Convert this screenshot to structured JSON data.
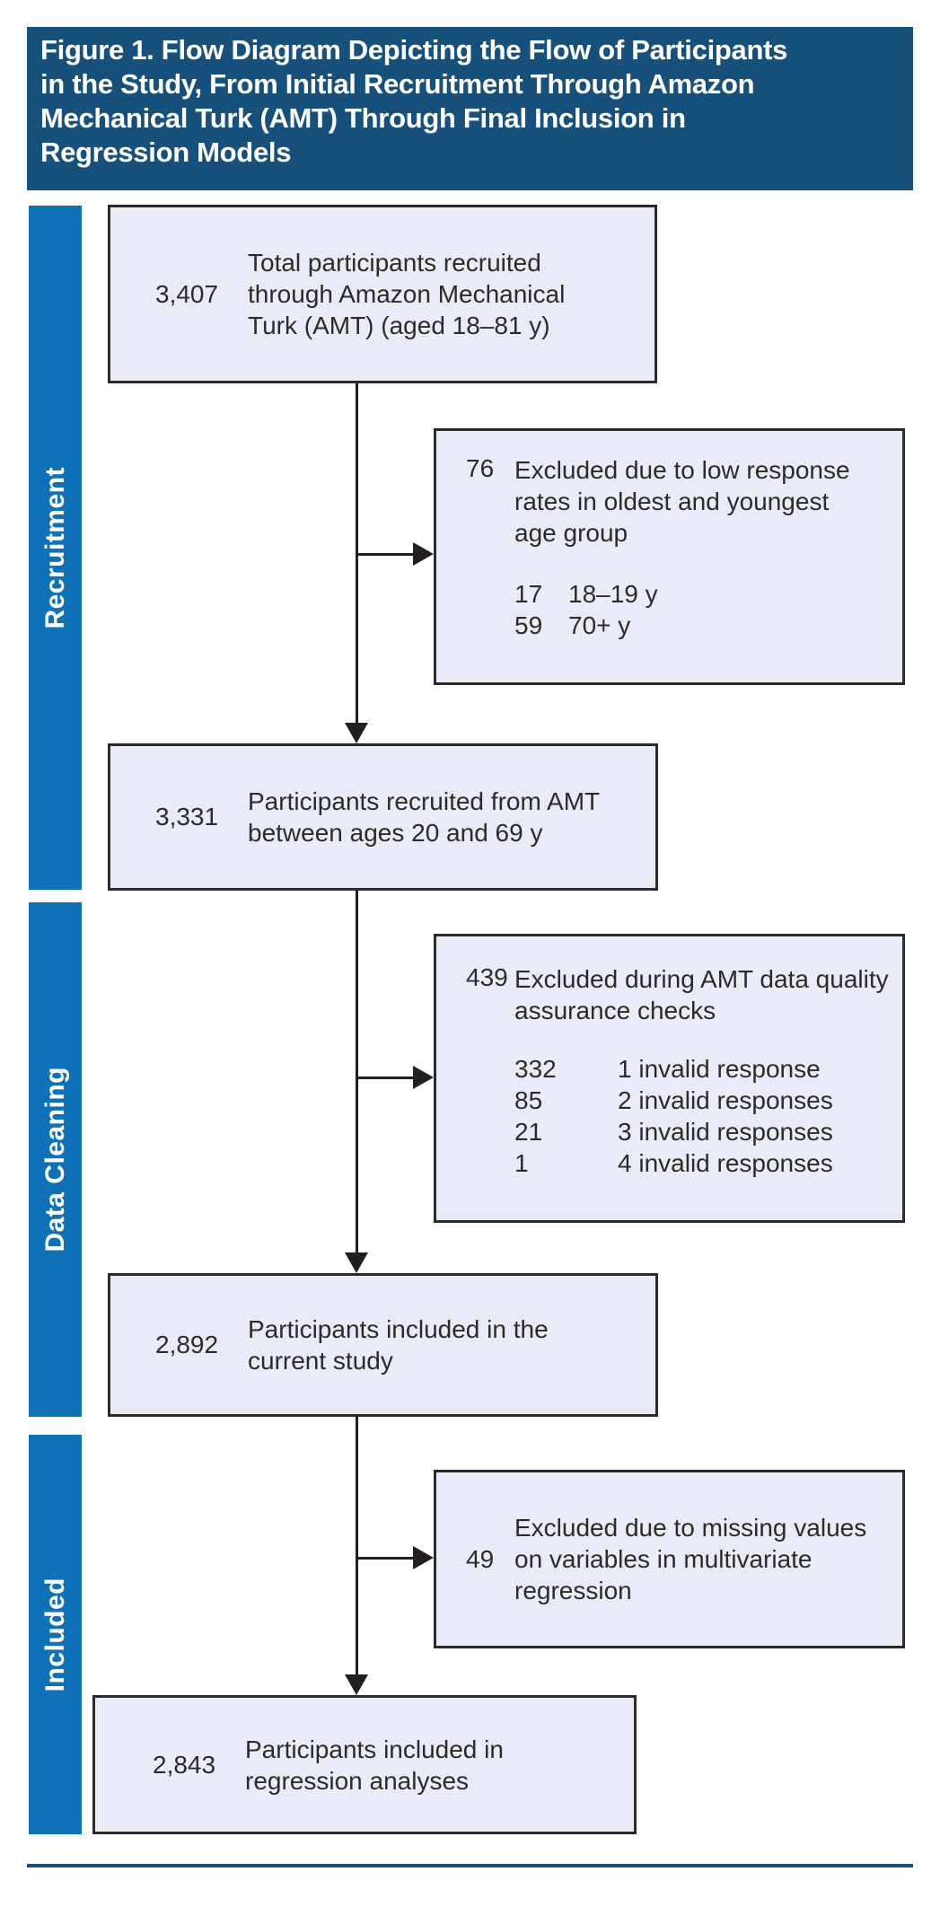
{
  "title": {
    "text": "Figure 1. Flow Diagram Depicting the Flow of Participants\nin the Study, From Initial Recruitment Through Amazon\nMechanical Turk (AMT) Through Final Inclusion in\nRegression Models"
  },
  "colors": {
    "title_bg": "#17517b",
    "stage_bar": "#0f72b6",
    "box_fill": "#e9ecf7",
    "box_border": "#2b2b2b",
    "connector": "#231f20",
    "text": "#2e2a27",
    "bottom_rule": "#17517b"
  },
  "stages": [
    {
      "label": "Recruitment"
    },
    {
      "label": "Data Cleaning"
    },
    {
      "label": "Included"
    }
  ],
  "flow_boxes": [
    {
      "count": "3,407",
      "text": "Total participants recruited\nthrough Amazon Mechanical\nTurk (AMT) (aged 18–81 y)"
    },
    {
      "count": "3,331",
      "text": "Participants recruited from AMT\nbetween ages 20 and 69 y"
    },
    {
      "count": "2,892",
      "text": "Participants included in the\ncurrent study"
    },
    {
      "count": "2,843",
      "text": "Participants included in\nregression analyses"
    }
  ],
  "side_boxes": [
    {
      "count": "76",
      "text": "Excluded due to low response\nrates in oldest and youngest\nage group",
      "sub_items": [
        {
          "count": "17",
          "label": "18–19 y"
        },
        {
          "count": "59",
          "label": "70+ y"
        }
      ]
    },
    {
      "count": "439",
      "text": "Excluded during AMT data quality\nassurance checks",
      "sub_items": [
        {
          "count": "332",
          "label": "1 invalid response"
        },
        {
          "count": "85",
          "label": "2 invalid responses"
        },
        {
          "count": "21",
          "label": "3 invalid responses"
        },
        {
          "count": "1",
          "label": "4 invalid responses"
        }
      ]
    },
    {
      "count": "49",
      "text": "Excluded due to missing values\non variables in multivariate\nregression",
      "sub_items": []
    }
  ]
}
